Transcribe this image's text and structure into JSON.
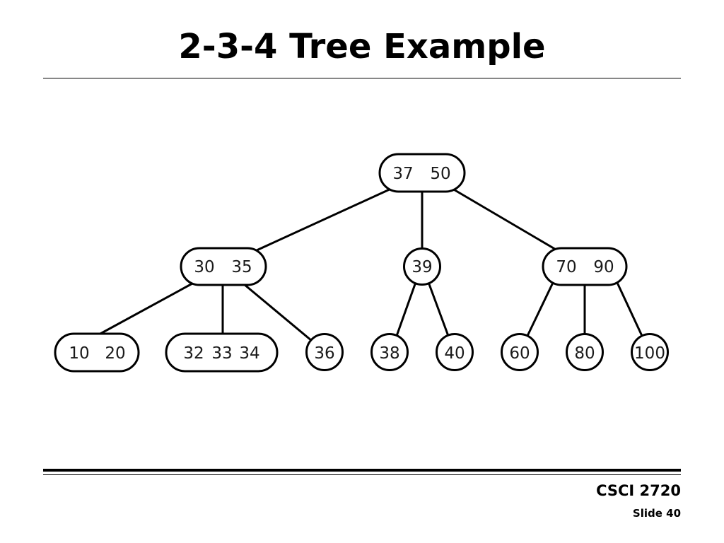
{
  "slide": {
    "title": "2-3-4 Tree Example",
    "course": "CSCI 2720",
    "slide_number": "Slide 40"
  },
  "tree": {
    "root": {
      "keys": [
        "37",
        "50"
      ]
    },
    "level1": [
      {
        "keys": [
          "30",
          "35"
        ]
      },
      {
        "keys": [
          "39"
        ]
      },
      {
        "keys": [
          "70",
          "90"
        ]
      }
    ],
    "leaves": [
      {
        "keys": [
          "10",
          "20"
        ]
      },
      {
        "keys": [
          "32",
          "33",
          "34"
        ]
      },
      {
        "keys": [
          "36"
        ]
      },
      {
        "keys": [
          "38"
        ]
      },
      {
        "keys": [
          "40"
        ]
      },
      {
        "keys": [
          "60"
        ]
      },
      {
        "keys": [
          "80"
        ]
      },
      {
        "keys": [
          "100"
        ]
      }
    ]
  }
}
